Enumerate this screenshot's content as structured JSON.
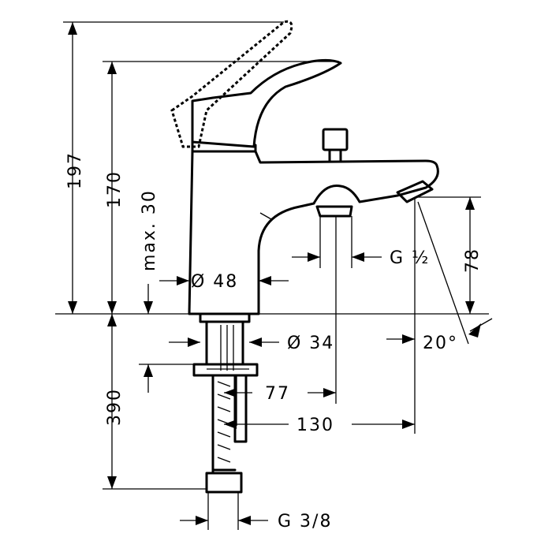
{
  "dimensions": {
    "total_height": "197",
    "body_height": "170",
    "max_30": "max. 30",
    "body_diameter": "Ø  48",
    "shank_diameter": "Ø  34",
    "thread_outlet": "G  ½",
    "spout_height": "78",
    "angle": "20°",
    "below_deck": "390",
    "diverter_offset": "77",
    "spout_reach": "130",
    "hose_thread": "G  3/8"
  }
}
